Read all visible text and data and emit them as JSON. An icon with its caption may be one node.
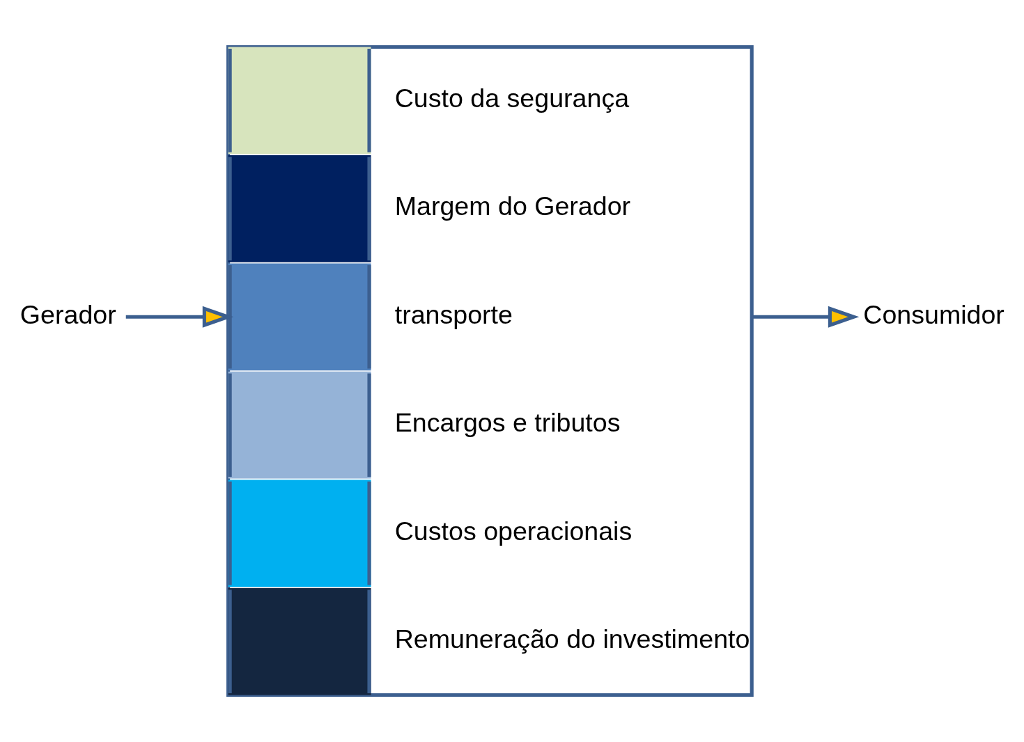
{
  "diagram": {
    "nodes": [
      {
        "text": [
          "Gerador"
        ]
      },
      {
        "text": [],
        "shape": "bar"
      },
      {
        "text": [],
        "shape": "box",
        "in": 1,
        "beside": [
          "Custo da segurança"
        ]
      },
      {
        "text": [],
        "shape": "box",
        "in": 1,
        "beside": [
          "Margem do Gerador"
        ]
      },
      {
        "text": [],
        "shape": "box",
        "in": 1,
        "beside": [
          "transporte"
        ]
      },
      {
        "text": [],
        "shape": "box",
        "in": 1,
        "beside": [
          "Encargos e tributos"
        ]
      },
      {
        "text": [],
        "shape": "box",
        "in": 1,
        "beside": [
          "Custos operacionais"
        ]
      },
      {
        "text": [],
        "shape": "box",
        "in": 1,
        "beside": [
          "Remuneração do investimento"
        ]
      },
      {
        "text": [
          "Consumidor"
        ]
      }
    ],
    "edges": [
      {
        "from": 0,
        "to": 1,
        "arrow": "to"
      },
      {
        "from": 1,
        "to": 8,
        "arrow": "to"
      }
    ]
  }
}
